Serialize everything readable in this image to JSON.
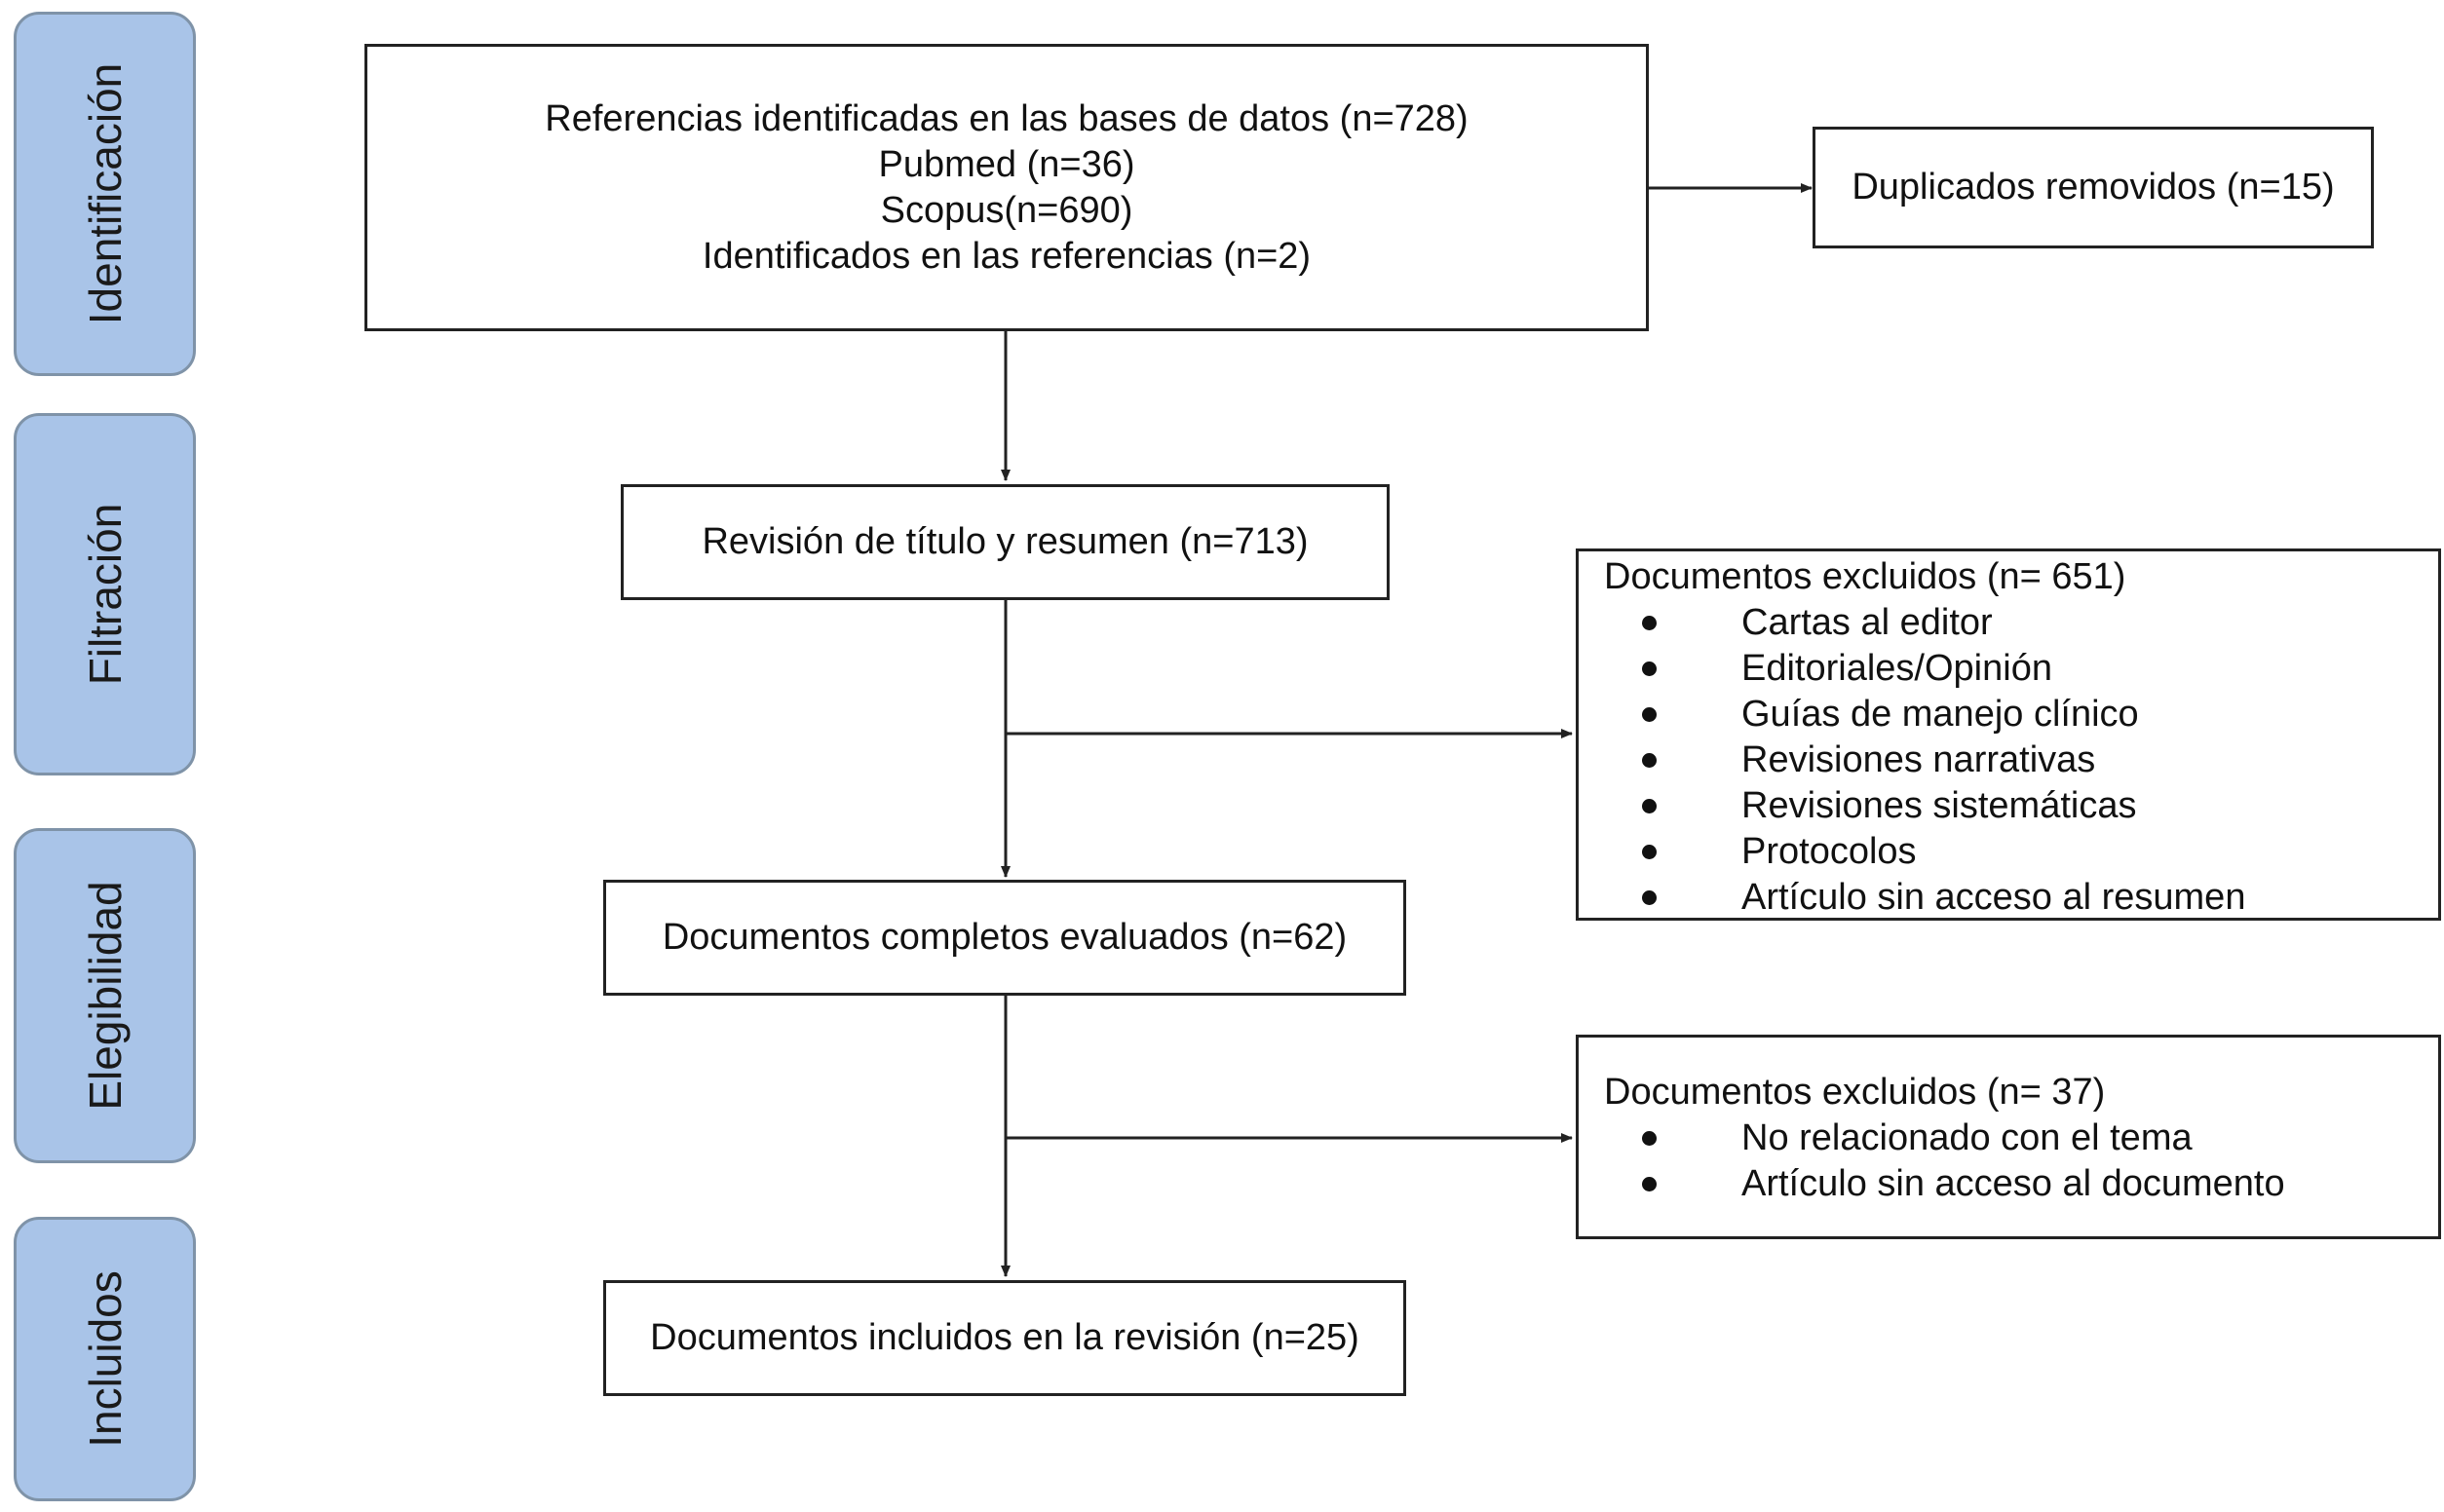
{
  "stages": [
    {
      "id": "identificacion",
      "label": "Identificación"
    },
    {
      "id": "filtracion",
      "label": "Filtración"
    },
    {
      "id": "elegibilidad",
      "label": "Elegibilidad"
    },
    {
      "id": "incluidos",
      "label": "Incluidos"
    }
  ],
  "identification_box": {
    "lines": [
      "Referencias identificadas en las bases de datos (n=728)",
      "Pubmed (n=36)",
      "Scopus(n=690)",
      "Identificados en las referencias (n=2)"
    ]
  },
  "duplicates_box": {
    "text": "Duplicados removidos (n=15)"
  },
  "screening_box": {
    "text": "Revisión de título y resumen (n=713)"
  },
  "excluded_screening": {
    "title": "Documentos excluidos  (n= 651)",
    "items": [
      "Cartas al editor",
      "Editoriales/Opinión",
      "Guías de manejo clínico",
      "Revisiones narrativas",
      "Revisiones sistemáticas",
      "Protocolos",
      "Artículo sin acceso al resumen"
    ]
  },
  "eligibility_box": {
    "text": "Documentos completos evaluados  (n=62)"
  },
  "excluded_eligibility": {
    "title": "Documentos excluidos  (n= 37)",
    "items": [
      "No relacionado con el tema",
      "Artículo sin acceso al documento"
    ]
  },
  "included_box": {
    "text": "Documentos incluidos en la revisión (n=25)"
  }
}
